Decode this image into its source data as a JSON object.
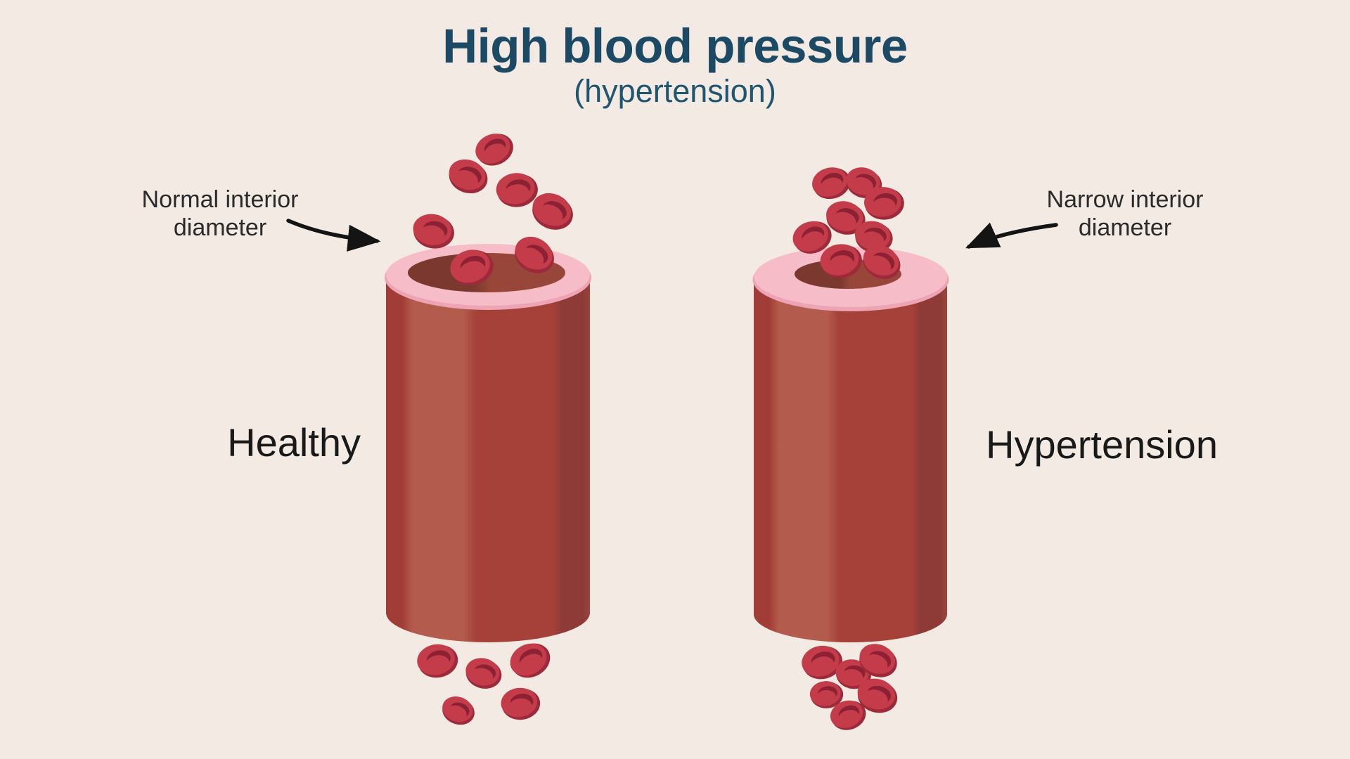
{
  "header": {
    "title": "High blood pressure",
    "subtitle": "(hypertension)"
  },
  "panels": {
    "healthy": {
      "annotation_line1": "Normal interior",
      "annotation_line2": "diameter",
      "caption": "Healthy"
    },
    "hypertension": {
      "annotation_line1": "Narrow interior",
      "annotation_line2": "diameter",
      "caption": "Hypertension"
    }
  },
  "colors": {
    "background": "#F2EAE3",
    "title_text": "#1C4A64",
    "subtitle_text": "#20556F",
    "annotation_text": "#2A2A2A",
    "caption_text": "#191919",
    "arrow": "#141414",
    "vessel_main": "#A54138",
    "vessel_light_band": "#B35C4D",
    "vessel_dark_band": "#8E3B37",
    "vessel_edge": "#A23C36",
    "rim_pink": "#F6BCC8",
    "rim_pink_shade": "#EDA4B5",
    "interior_dark": "#7A382E",
    "interior_light": "#98463A",
    "cell_body": "#C43B49",
    "cell_inner": "#8C2134",
    "cell_shadow": "#9C2A3A"
  },
  "illustration": {
    "vessels": [
      {
        "name": "healthy-vessel",
        "opening": "wide"
      },
      {
        "name": "hypertension-vessel",
        "opening": "narrow"
      }
    ],
    "cell_groups": [
      {
        "name": "cells-above-healthy",
        "cells": [
          [
            704,
            213,
            -25,
            0.92
          ],
          [
            666,
            252,
            18,
            0.96
          ],
          [
            736,
            271,
            -8,
            1.0
          ],
          [
            786,
            302,
            22,
            1.02
          ],
          [
            617,
            330,
            8,
            1.0
          ],
          [
            672,
            381,
            -18,
            1.04
          ],
          [
            760,
            364,
            28,
            1.0
          ]
        ]
      },
      {
        "name": "cells-below-healthy",
        "cells": [
          [
            623,
            941,
            -12,
            0.98
          ],
          [
            688,
            959,
            12,
            0.88
          ],
          [
            755,
            940,
            -28,
            0.98
          ],
          [
            652,
            1012,
            18,
            0.8
          ],
          [
            741,
            1002,
            -8,
            0.94
          ]
        ]
      },
      {
        "name": "cells-above-hypertension",
        "cells": [
          [
            1183,
            261,
            -18,
            0.92
          ],
          [
            1229,
            261,
            15,
            0.88
          ],
          [
            1258,
            290,
            -5,
            0.96
          ],
          [
            1203,
            311,
            12,
            0.96
          ],
          [
            1156,
            338,
            -22,
            0.94
          ],
          [
            1243,
            338,
            8,
            0.92
          ],
          [
            1197,
            372,
            -12,
            1.0
          ],
          [
            1254,
            374,
            24,
            0.94
          ]
        ]
      },
      {
        "name": "cells-below-hypertension",
        "cells": [
          [
            1170,
            943,
            -15,
            0.98
          ],
          [
            1214,
            960,
            6,
            0.86
          ],
          [
            1249,
            941,
            20,
            0.94
          ],
          [
            1176,
            989,
            -6,
            0.8
          ],
          [
            1248,
            991,
            14,
            0.98
          ],
          [
            1207,
            1018,
            -20,
            0.86
          ]
        ]
      }
    ]
  }
}
